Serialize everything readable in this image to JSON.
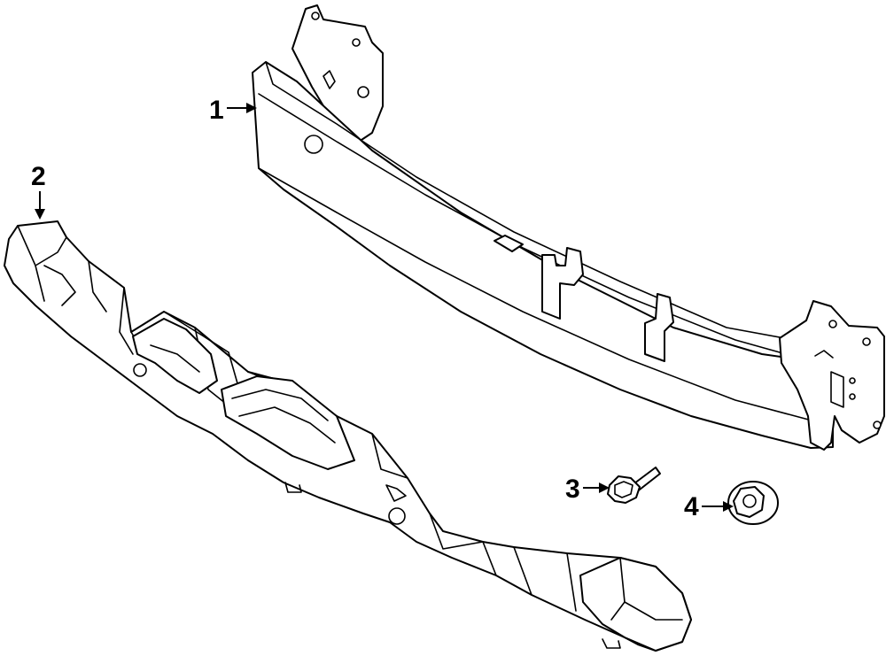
{
  "callouts": [
    {
      "number": "1",
      "part": "bumper-reinforcement-beam"
    },
    {
      "number": "2",
      "part": "energy-absorber"
    },
    {
      "number": "3",
      "part": "bolt"
    },
    {
      "number": "4",
      "part": "nut"
    }
  ],
  "colors": {
    "line": "#000000",
    "background": "#ffffff"
  }
}
